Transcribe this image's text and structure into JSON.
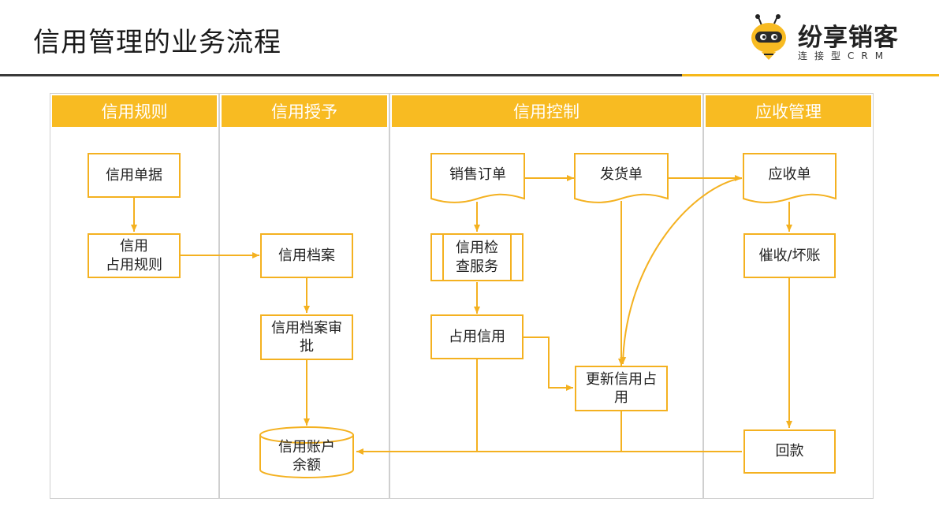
{
  "title": "信用管理的业务流程",
  "logo": {
    "name": "纷享销客",
    "tagline": "连接型CRM",
    "icon": "bee-mascot-icon"
  },
  "colors": {
    "accent": "#f6b81a",
    "lane_header": "#f8bb22",
    "rule": "#3a3a3a"
  },
  "lanes": [
    {
      "label": "信用规则"
    },
    {
      "label": "信用授予"
    },
    {
      "label": "信用控制"
    },
    {
      "label": "应收管理"
    }
  ],
  "nodes": {
    "credit_doc": "信用单据",
    "credit_rule": "信用\n占用规则",
    "credit_file": "信用档案",
    "credit_file_approval": "信用档案审\n批",
    "credit_balance": "信用账户\n余额",
    "sales_order": "销售订单",
    "delivery_note": "发货单",
    "credit_check": "信用检\n查服务",
    "occupy_credit": "占用信用",
    "update_credit": "更新信用占\n用",
    "receivable": "应收单",
    "collection": "催收/坏账",
    "payment": "回款"
  }
}
